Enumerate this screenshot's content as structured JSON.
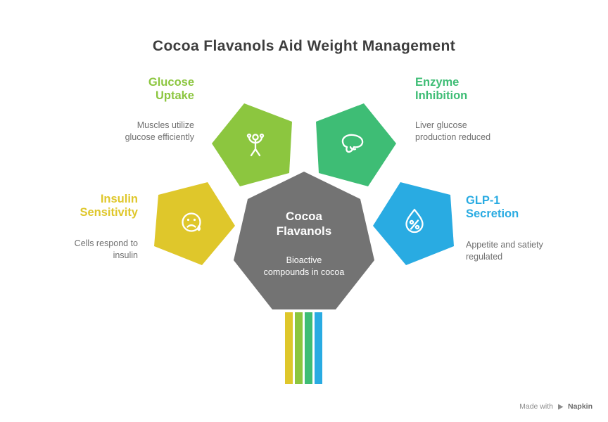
{
  "title": "Cocoa Flavanols Aid Weight Management",
  "center": {
    "title_lines": [
      "Cocoa",
      "Flavanols"
    ],
    "subtitle_lines": [
      "Bioactive",
      "compounds in cocoa"
    ],
    "color": "#737373"
  },
  "nodes": [
    {
      "id": "glucose-uptake",
      "label_lines": [
        "Glucose",
        "Uptake"
      ],
      "desc_lines": [
        "Muscles utilize",
        "glucose efficiently"
      ],
      "color": "#8CC63F",
      "icon": "muscle-flex-icon"
    },
    {
      "id": "enzyme-inhibition",
      "label_lines": [
        "Enzyme",
        "Inhibition"
      ],
      "desc_lines": [
        "Liver glucose",
        "production reduced"
      ],
      "color": "#3EBD75",
      "icon": "liver-icon"
    },
    {
      "id": "insulin-sensitivity",
      "label_lines": [
        "Insulin",
        "Sensitivity"
      ],
      "desc_lines": [
        "Cells respond to",
        "insulin"
      ],
      "color": "#DFC72B",
      "icon": "sad-face-icon"
    },
    {
      "id": "glp-1-secretion",
      "label_lines": [
        "GLP-1",
        "Secretion"
      ],
      "desc_lines": [
        "Appetite and satiety",
        "regulated"
      ],
      "color": "#29ABE2",
      "icon": "droplet-percent-icon"
    }
  ],
  "stem_colors": [
    "#DFC72B",
    "#8CC63F",
    "#3EBD75",
    "#29ABE2"
  ],
  "watermark": {
    "prefix": "Made with",
    "brand": "Napkin"
  }
}
